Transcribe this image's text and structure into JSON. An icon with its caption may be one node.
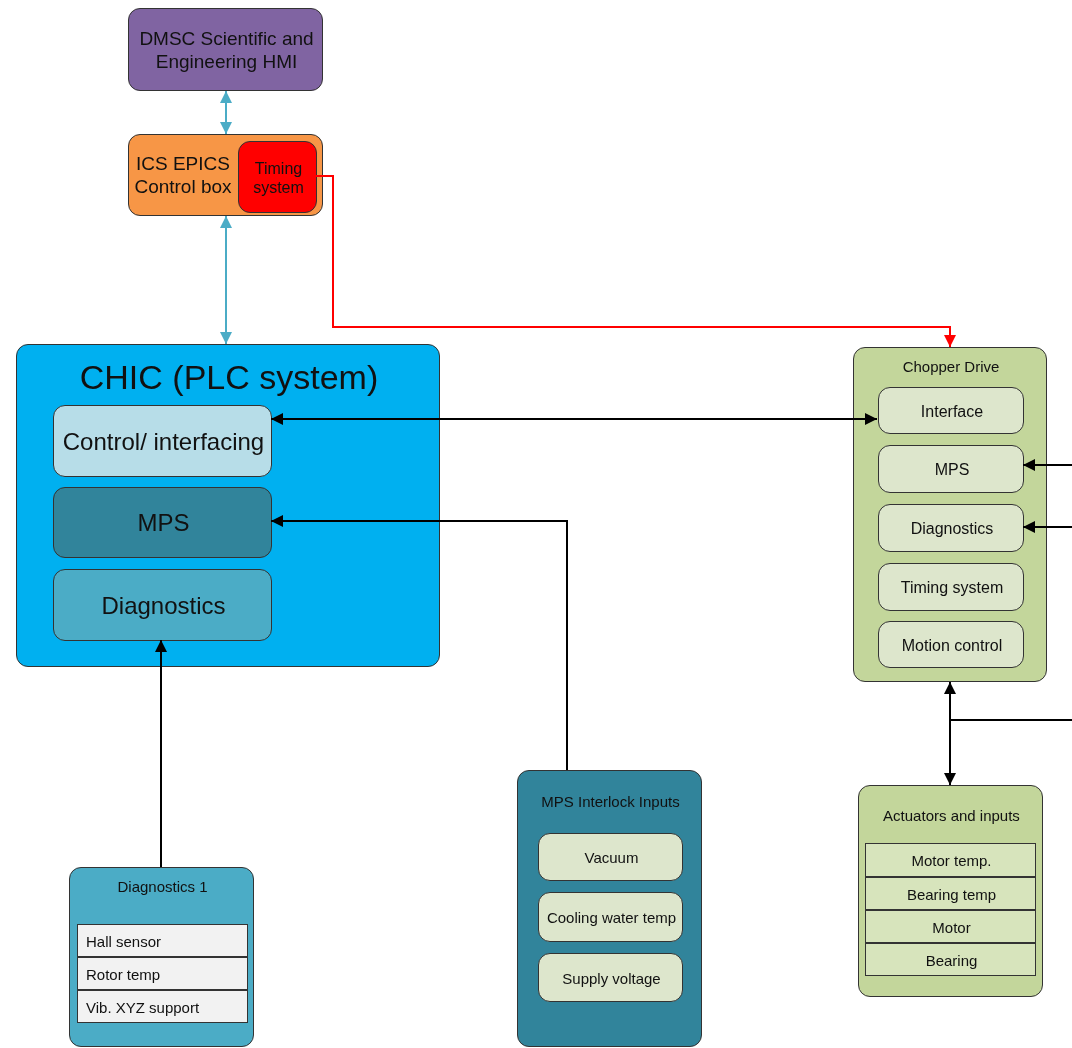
{
  "diagram": {
    "nodes": [
      {
        "text": [
          "DMSC Scientific and Engineering HMI"
        ]
      },
      {
        "text": [
          "ICS EPICS Control box"
        ]
      },
      {
        "text": [
          "Timing system"
        ],
        "in": 1
      },
      {
        "text": [
          "CHIC (PLC system)"
        ]
      },
      {
        "text": [
          "Control/ interfacing"
        ],
        "in": 3
      },
      {
        "text": [
          "MPS"
        ],
        "in": 3
      },
      {
        "text": [
          "Diagnostics"
        ],
        "in": 3
      },
      {
        "text": [
          "Chopper Drive"
        ]
      },
      {
        "text": [
          "Interface"
        ],
        "in": 7
      },
      {
        "text": [
          "MPS"
        ],
        "in": 7
      },
      {
        "text": [
          "Diagnostics"
        ],
        "in": 7
      },
      {
        "text": [
          "Timing system"
        ],
        "in": 7
      },
      {
        "text": [
          "Motion control"
        ],
        "in": 7
      },
      {
        "text": [
          "Diagnostics 1"
        ]
      },
      {
        "text": [
          "Hall sensor"
        ],
        "in": 13
      },
      {
        "text": [
          "Rotor temp"
        ],
        "in": 13
      },
      {
        "text": [
          "Vib. XYZ support"
        ],
        "in": 13
      },
      {
        "text": [
          "MPS Interlock Inputs"
        ]
      },
      {
        "text": [
          "Vacuum"
        ],
        "in": 17
      },
      {
        "text": [
          "Cooling water temp"
        ],
        "in": 17
      },
      {
        "text": [
          "Supply voltage"
        ],
        "in": 17
      },
      {
        "text": [
          "Actuators and inputs"
        ]
      },
      {
        "text": [
          "Motor temp."
        ],
        "in": 21
      },
      {
        "text": [
          "Bearing temp"
        ],
        "in": 21
      },
      {
        "text": [
          "Motor"
        ],
        "in": 21
      },
      {
        "text": [
          "Bearing"
        ],
        "in": 21
      }
    ],
    "edges": [
      {
        "from": 0,
        "to": 1,
        "arrow": "both",
        "color": "#4bacc6"
      },
      {
        "from": 1,
        "to": 3,
        "arrow": "both",
        "color": "#4bacc6"
      },
      {
        "from": 2,
        "to": 7,
        "arrow": "to",
        "color": "#ff0000"
      },
      {
        "from": 4,
        "to": 8,
        "arrow": "both"
      },
      {
        "from": 17,
        "to": 5,
        "arrow": "to"
      },
      {
        "from": 13,
        "to": 6,
        "arrow": "to"
      },
      {
        "from": null,
        "to": 9,
        "arrow": "to"
      },
      {
        "from": null,
        "to": 10,
        "arrow": "to"
      },
      {
        "from": null,
        "to": 7,
        "arrow": "to"
      },
      {
        "from": null,
        "to": 21,
        "arrow": "to"
      }
    ]
  }
}
